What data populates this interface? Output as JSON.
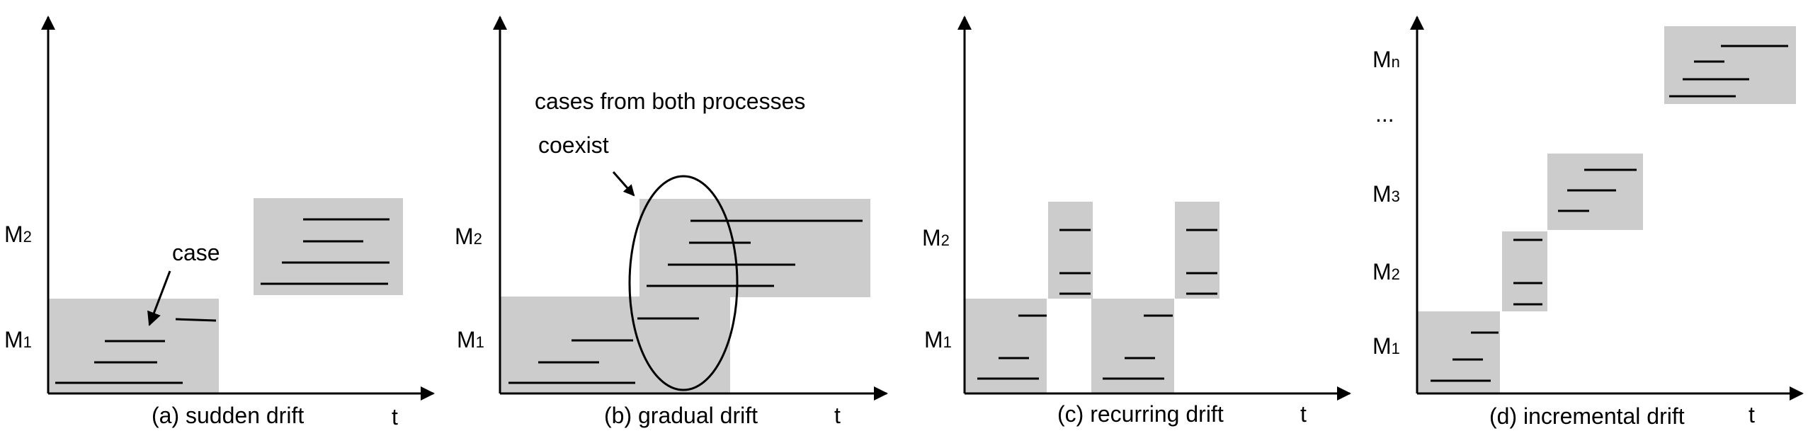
{
  "panels": [
    {
      "caption": "(a) sudden drift",
      "axis_label": "t",
      "y_labels": [
        {
          "main": "M",
          "sub": "2"
        },
        {
          "main": "M",
          "sub": "1"
        }
      ],
      "annotation": "case"
    },
    {
      "caption": "(b) gradual drift",
      "axis_label": "t",
      "y_labels": [
        {
          "main": "M",
          "sub": "2"
        },
        {
          "main": "M",
          "sub": "1"
        }
      ],
      "annotation_lines": [
        "cases from both processes",
        "coexist"
      ]
    },
    {
      "caption": "(c) recurring drift",
      "axis_label": "t",
      "y_labels": [
        {
          "main": "M",
          "sub": "2"
        },
        {
          "main": "M",
          "sub": "1"
        }
      ]
    },
    {
      "caption": "(d) incremental drift",
      "axis_label": "t",
      "y_labels": [
        {
          "main": "M",
          "sub": "n"
        },
        {
          "main": "...",
          "sub": ""
        },
        {
          "main": "M",
          "sub": "3"
        },
        {
          "main": "M",
          "sub": "2"
        },
        {
          "main": "M",
          "sub": "1"
        }
      ]
    }
  ],
  "colors": {
    "box_fill": "#cccccc",
    "line": "#000000"
  }
}
